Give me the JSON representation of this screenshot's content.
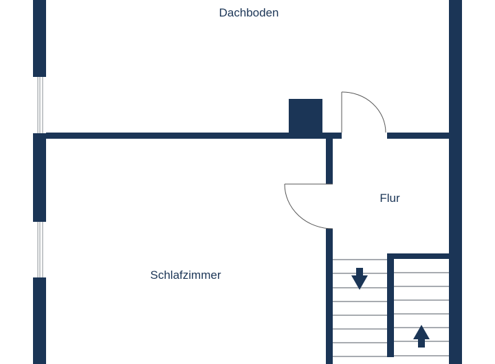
{
  "rooms": {
    "attic": "Dachboden",
    "hallway": "Flur",
    "bedroom": "Schlafzimmer"
  },
  "colors": {
    "wall": "#1b3556",
    "line": "#8a8f96"
  },
  "icons": {
    "stairs_down": "arrow-down-icon",
    "stairs_up": "arrow-up-icon"
  }
}
